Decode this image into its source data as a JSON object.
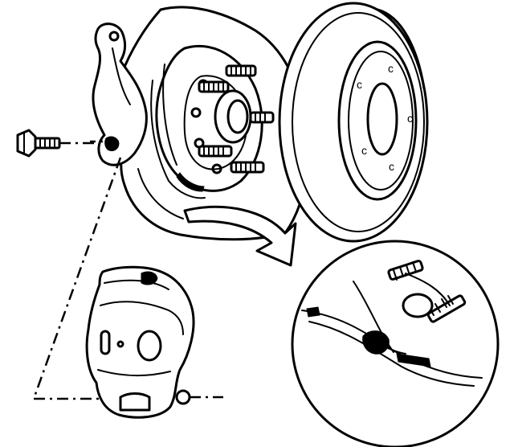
{
  "diagram": {
    "colors": {
      "ink": "#000000",
      "paper": "#ffffff"
    },
    "parts": [
      {
        "id": "knuckle-bracket",
        "icon": "knuckle-icon"
      },
      {
        "id": "mounting-bolt",
        "icon": "bolt-icon"
      },
      {
        "id": "backing-plate",
        "icon": "plate-icon"
      },
      {
        "id": "wheel-hub",
        "icon": "hub-icon"
      },
      {
        "id": "wheel-studs",
        "icon": "stud-icon"
      },
      {
        "id": "brake-rotor",
        "icon": "rotor-icon"
      },
      {
        "id": "brake-caliper",
        "icon": "caliper-icon"
      },
      {
        "id": "detail-magnifier",
        "icon": "magnifier-icon"
      },
      {
        "id": "detail-arrow",
        "icon": "curved-arrow-icon"
      }
    ]
  }
}
